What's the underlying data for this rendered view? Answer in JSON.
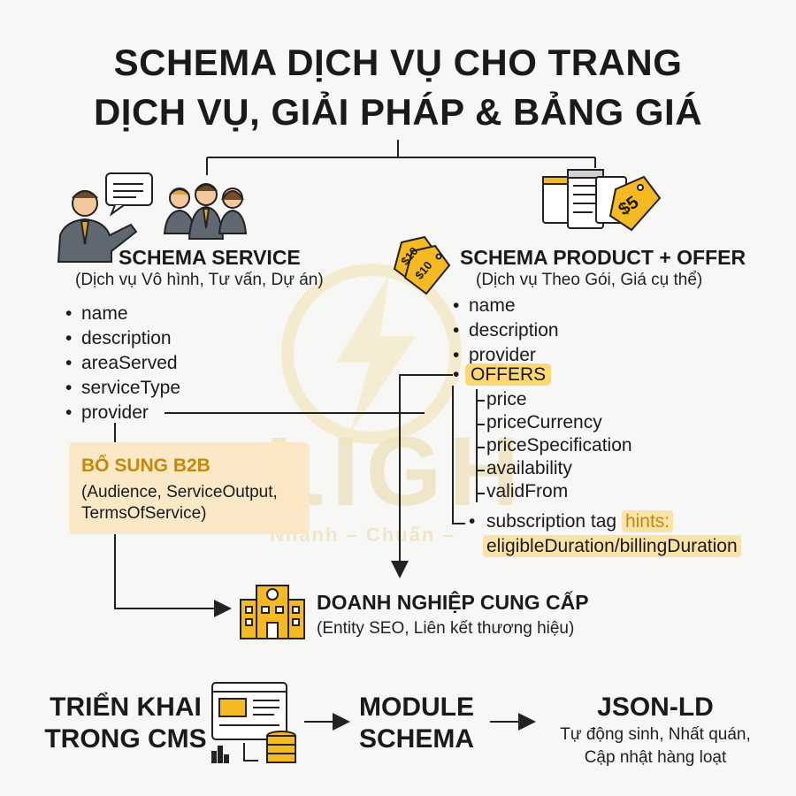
{
  "title": {
    "line1": "SCHEMA DỊCH VỤ CHO TRANG",
    "line2": "DỊCH VỤ, GIẢI PHÁP & BẢNG GIÁ"
  },
  "watermark": {
    "brand": "LIGH",
    "tagline": "Nhanh – Chuẩn –"
  },
  "service": {
    "heading": "SCHEMA SERVICE",
    "subtitle": "(Dịch vụ Vô hình, Tư vấn, Dự án)",
    "properties": [
      "name",
      "description",
      "areaServed",
      "serviceType",
      "provider"
    ]
  },
  "b2b": {
    "title": "BỔ SUNG B2B",
    "line1": "(Audience, ServiceOutput,",
    "line2": "TermsOfService)"
  },
  "product": {
    "heading": "SCHEMA PRODUCT + OFFER",
    "subtitle": "(Dịch vụ Theo Gói, Giá cụ thể)",
    "properties": [
      "name",
      "description",
      "provider"
    ],
    "offers_label": "OFFERS",
    "offer_properties": [
      "price",
      "priceCurrency",
      "priceSpecification",
      "availability",
      "validFrom"
    ],
    "subscription": "subscription tag",
    "hints_label": "hints:",
    "hints_value": "eligibleDuration/billingDuration",
    "tag_labels": {
      "price5": "$5",
      "price10a": "$10",
      "price10b": "$10"
    }
  },
  "enterprise": {
    "heading": "DOANH NGHIỆP CUNG CẤP",
    "subtitle": "(Entity SEO, Liên kết thương hiệu)"
  },
  "bottom": {
    "step1_line1": "TRIỂN KHAI",
    "step1_line2": "TRONG CMS",
    "step2_line1": "MODULE",
    "step2_line2": "SCHEMA",
    "step3_title": "JSON-LD",
    "step3_line1": "Tự động sinh, Nhất quán,",
    "step3_line2": "Cập nhật hàng loạt"
  },
  "colors": {
    "accent": "#f5b921",
    "accent_soft": "#fbe7c4",
    "highlight": "#fbd778",
    "ink": "#1a1a1a"
  }
}
